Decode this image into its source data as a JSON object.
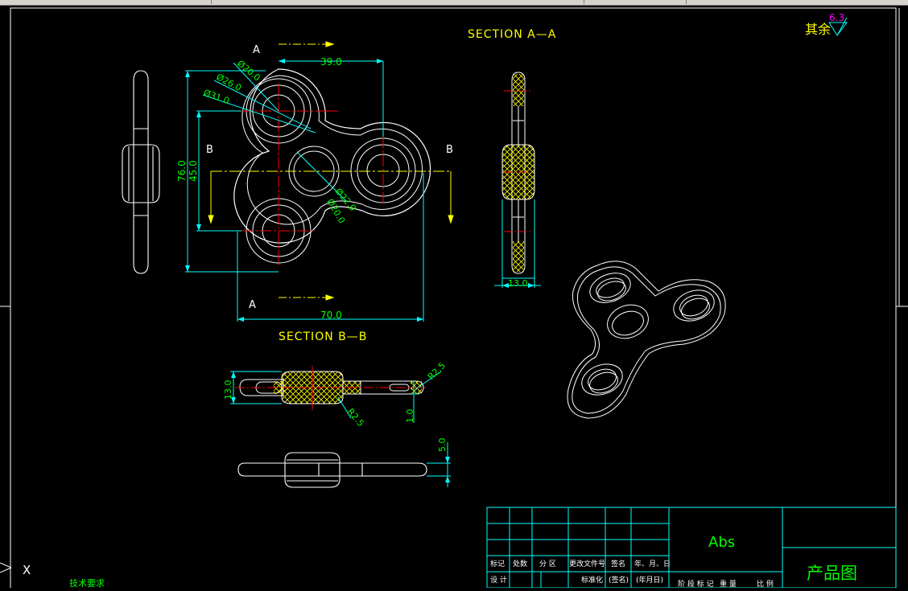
{
  "app": {
    "ucs_icon": "ucs-axis-icon",
    "ucs_label": "X"
  },
  "drawing": {
    "section_aa_title": "SECTION A—A",
    "section_bb_title": "SECTION B—B",
    "cut_label_a": "A",
    "cut_label_b": "B",
    "roughness_prefix": "其余",
    "roughness_value": "6.3",
    "dims": {
      "d39": "39.0",
      "d70": "70.0",
      "d76": "76.0",
      "d45": "45.0",
      "d13_side": "13.0",
      "d13_front": "13.0",
      "d5": "5.0",
      "d1": "1.0",
      "r25_top": "R2.5",
      "r25_bottom": "R2.5",
      "dia20": "Ø20.0",
      "dia26": "Ø26.0",
      "dia31": "Ø31.0",
      "dia22c": "Ø22.0",
      "dia20c": "Ø20.0"
    },
    "tech_req": "技术要求"
  },
  "titleblock": {
    "material": "Abs",
    "drawing_name": "产品图",
    "row_labels": [
      "标记",
      "处数",
      "分 区",
      "更改文件号",
      "签名",
      "年、月、日"
    ],
    "design_labels": [
      "设 计",
      "标准化",
      "(签名)",
      "(年月日)"
    ],
    "stage_labels": [
      "阶 段 标 记",
      "重 量",
      "比 例"
    ]
  },
  "colors": {
    "background": "#000000",
    "outline": "#ffffff",
    "dimension": "#00ffff",
    "dim_text": "#00ff00",
    "center": "#ff0000",
    "cutplane": "#ffff00",
    "hatch": "#ffff00",
    "roughness_mark": "#ff00ff"
  }
}
